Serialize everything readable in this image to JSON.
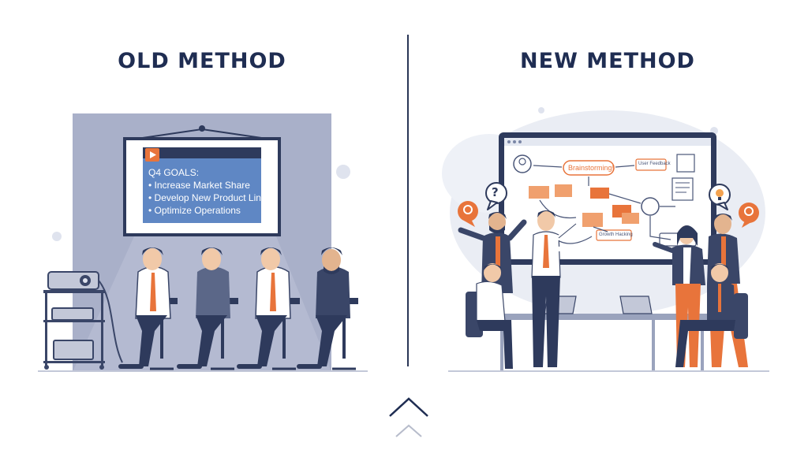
{
  "comparison": {
    "old": {
      "heading": "OLD METHOD",
      "slide": {
        "title": "Q4 GOALS:",
        "bullets": [
          "• Increase Market Share",
          "• Develop New Product Line",
          "• Optimize Operations"
        ]
      }
    },
    "new": {
      "heading": "NEW METHOD",
      "whiteboard": {
        "center_note": "Brainstorming!",
        "note_feedback": "User Feedback",
        "note_growth": "Growth Hacking"
      },
      "bubble_mark": "?"
    }
  },
  "colors": {
    "navy": "#1f2d52",
    "accent_orange": "#e8743b",
    "slide_blue": "#5f87c4",
    "old_backdrop": "#a9b0c9",
    "new_backdrop": "#eaedf4"
  },
  "icons": {
    "scroll_up": "chevron-up-icon",
    "play": "play-icon",
    "question_bubble": "question-bubble-icon",
    "idea_bubble": "lightbulb-bubble-icon"
  }
}
